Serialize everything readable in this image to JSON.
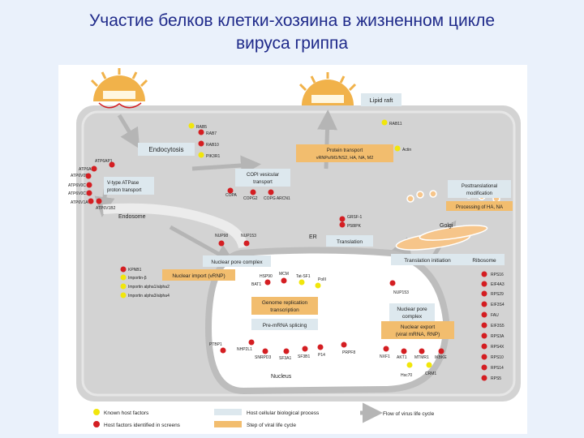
{
  "slide": {
    "title_line1": "Участие белков клетки-хозяина в жизненном цикле",
    "title_line2": "вируса гриппа"
  },
  "colors": {
    "host_process": "#dde8ee",
    "viral_step": "#f2bd6e",
    "known_factor": "#f1e60b",
    "screen_factor": "#d41e22",
    "cell": "#d4d4d4",
    "virus": "#f1b24a"
  },
  "labels": {
    "lipid_raft": "Lipid raft",
    "endocytosis": "Endocytosis",
    "vatpase_1": "V-type ATPase",
    "vatpase_2": "proton transport",
    "endosome": "Endosome",
    "copi_1": "COPI vesicular",
    "copi_2": "transport",
    "protein_transport_1": "Protein transport",
    "protein_transport_2": "vRNPs/M1/NS2, HA, NA, M2",
    "post_1": "Posttranslational",
    "post_2": "modification",
    "processing": "Processing of HA, NA",
    "golgi": "Golgi",
    "er": "ER",
    "translation": "Translation",
    "npc": "Nuclear pore complex",
    "translation_initiation": "Translation initiation",
    "ribosome": "Ribosome",
    "nuclear_import": "Nuclear import (vRNP)",
    "genome_1": "Genome replication",
    "genome_2": "transcription",
    "premrna": "Pre-mRNA splicing",
    "nuc_pore_1": "Nuclear pore",
    "nuc_pore_2": "complex",
    "nuc_export_1": "Nuclear export",
    "nuc_export_2": "(viral mRNA, RNP)",
    "nucleus": "Nucleus"
  },
  "factors": {
    "rab5": "RAB5",
    "rab7": "RAB7",
    "rab10": "RAB10",
    "pik3r": "PIK3R1",
    "rab11": "RAB11",
    "actin": "Actin",
    "atp6ap1": "ATP6AP1",
    "atp6ap2": "ATP6AP2",
    "atp6v0b": "ATP6V0B",
    "atp6v0c": "ATP6V0C",
    "atp6v0c1": "ATP6V0C1",
    "atp6v1a": "ATP6V1A",
    "atp6v1b2": "ATP6V1B2",
    "copa": "COPA",
    "copg": "COPG2",
    "copg_arcn": "COPG ARCN1",
    "grsf1": "GRSF-1",
    "p58ipk": "P58IPK",
    "nup98": "NUP98",
    "nup153_top": "NUP153",
    "kpnb1": "KPNB1",
    "importin_b": "Importin-β",
    "importin_a1": "Importin alpha1/alpha2",
    "importin_a2": "Importin alpha3/alpha4",
    "hsp90": "HSP90",
    "mcm": "MCM",
    "tatsf1": "Tat-SF1",
    "polii": "PolII",
    "bat1": "BAT1",
    "nup153": "NUP153",
    "ptbp1": "PTBP1",
    "nhp2l1": "NHP2L1",
    "snrpd": "SNRPD3",
    "sf3a1": "SF3A1",
    "sf3b1": "SF3B1",
    "p14": "P14",
    "prpf8": "PRPF8",
    "nxf1": "NXF1",
    "akt1": "AKT1",
    "mtmr1": "MTMR1",
    "ikbke": "IKBKE",
    "hsc70": "Hsc70",
    "crm1": "CRM1",
    "rps16": "RPS16",
    "eif4a3": "EIF4A3",
    "rps29": "RPS29",
    "eif3s4": "EIF3S4",
    "fau": "FAU",
    "eif3s5": "EIF3S5",
    "rps3a": "RPS3A",
    "rps4x": "RPS4X",
    "rps10": "RPS10",
    "rps14": "RPS14",
    "rps5": "RPS5"
  },
  "legend": {
    "known": "Known host factors",
    "screen": "Host factors identified in screens",
    "host_process": "Host cellular biological process",
    "viral_step": "Step of viral life cycle",
    "flow": "Flow of virus life cycle"
  }
}
